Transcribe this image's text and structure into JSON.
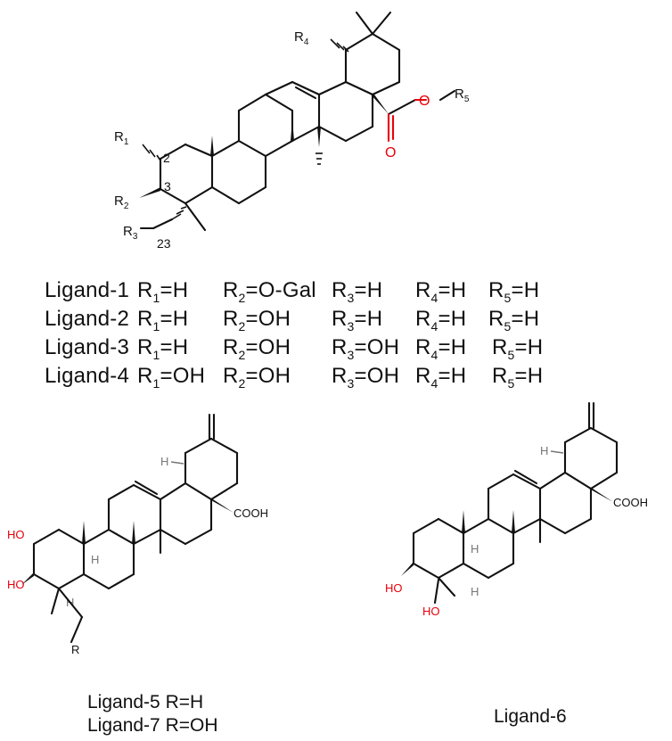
{
  "top_structure": {
    "atom_labels": {
      "r1": "R1",
      "r2": "R2",
      "r3": "R3",
      "r4": "R4",
      "r5": "R5",
      "o_ester": "O",
      "o_carbonyl": "O",
      "pos2": "2",
      "pos3": "3",
      "pos23": "23"
    }
  },
  "ligand_table": [
    {
      "name": "Ligand-1",
      "r1": "H",
      "r2": "O-Gal",
      "r3": "H",
      "r4": "H",
      "r5": "H"
    },
    {
      "name": "Ligand-2",
      "r1": "H",
      "r2": "OH",
      "r3": "H",
      "r4": "H",
      "r5": "H"
    },
    {
      "name": "Ligand-3",
      "r1": "H",
      "r2": "OH",
      "r3": "OH",
      "r4": "H",
      "r5": "H"
    },
    {
      "name": "Ligand-4",
      "r1": "OH",
      "r2": "OH",
      "r3": "OH",
      "r4": "H",
      "r5": "H"
    }
  ],
  "left_structure": {
    "atom_labels": {
      "ho_2": "HO",
      "ho_3": "HO",
      "cooh": "COOH",
      "h": "H",
      "r": "R"
    },
    "names": [
      "Ligand-5 R=H",
      "Ligand-7 R=OH"
    ]
  },
  "right_structure": {
    "atom_labels": {
      "ho_3": "HO",
      "ho_4": "HO",
      "cooh": "COOH",
      "h": "H"
    },
    "names": [
      "Ligand-6"
    ]
  },
  "colors": {
    "heteroatom": "#e8000b",
    "bond": "#111111",
    "stereo_h": "#777777"
  }
}
